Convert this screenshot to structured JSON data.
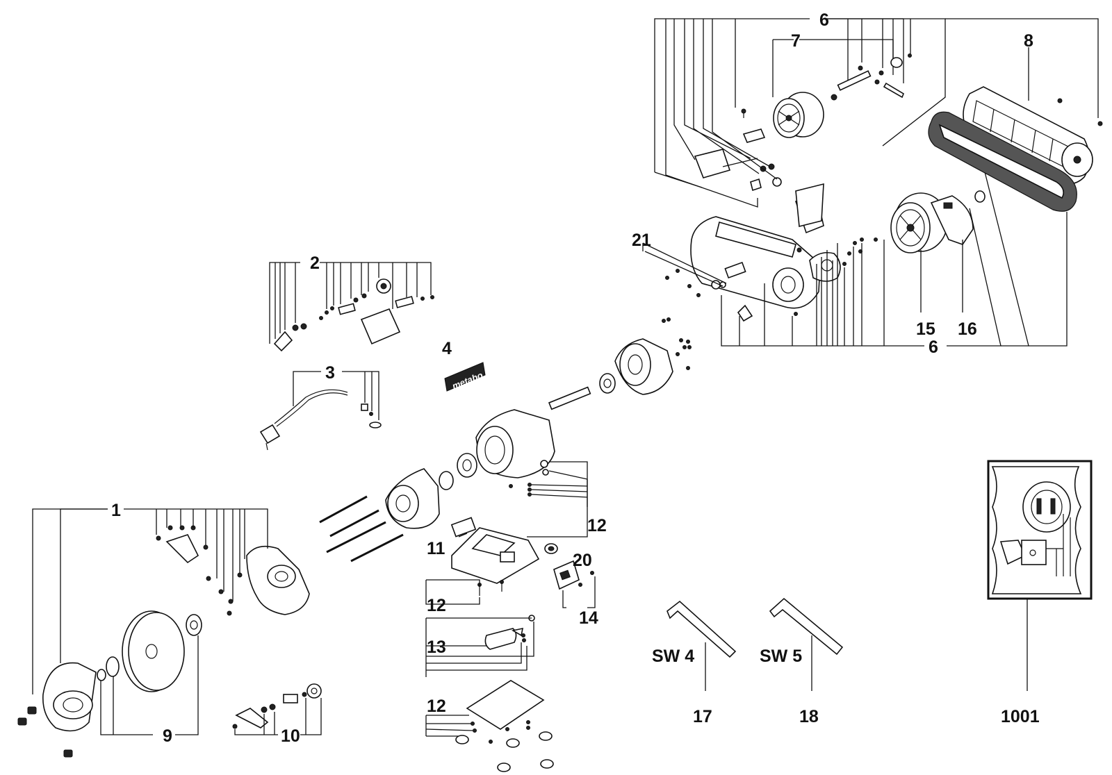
{
  "brand_label": "metabo",
  "callouts": {
    "c1": "1",
    "c2": "2",
    "c3": "3",
    "c4": "4",
    "c6a": "6",
    "c6b": "6",
    "c7": "7",
    "c8": "8",
    "c9": "9",
    "c10": "10",
    "c11": "11",
    "c12a": "12",
    "c12b": "12",
    "c12c": "12",
    "c13": "13",
    "c14": "14",
    "c15": "15",
    "c16": "16",
    "c17": "17",
    "c18": "18",
    "c20": "20",
    "c21": "21",
    "c1001": "1001",
    "sw4": "SW 4",
    "sw5": "SW 5"
  },
  "colors": {
    "ink": "#111111",
    "background": "#ffffff"
  }
}
